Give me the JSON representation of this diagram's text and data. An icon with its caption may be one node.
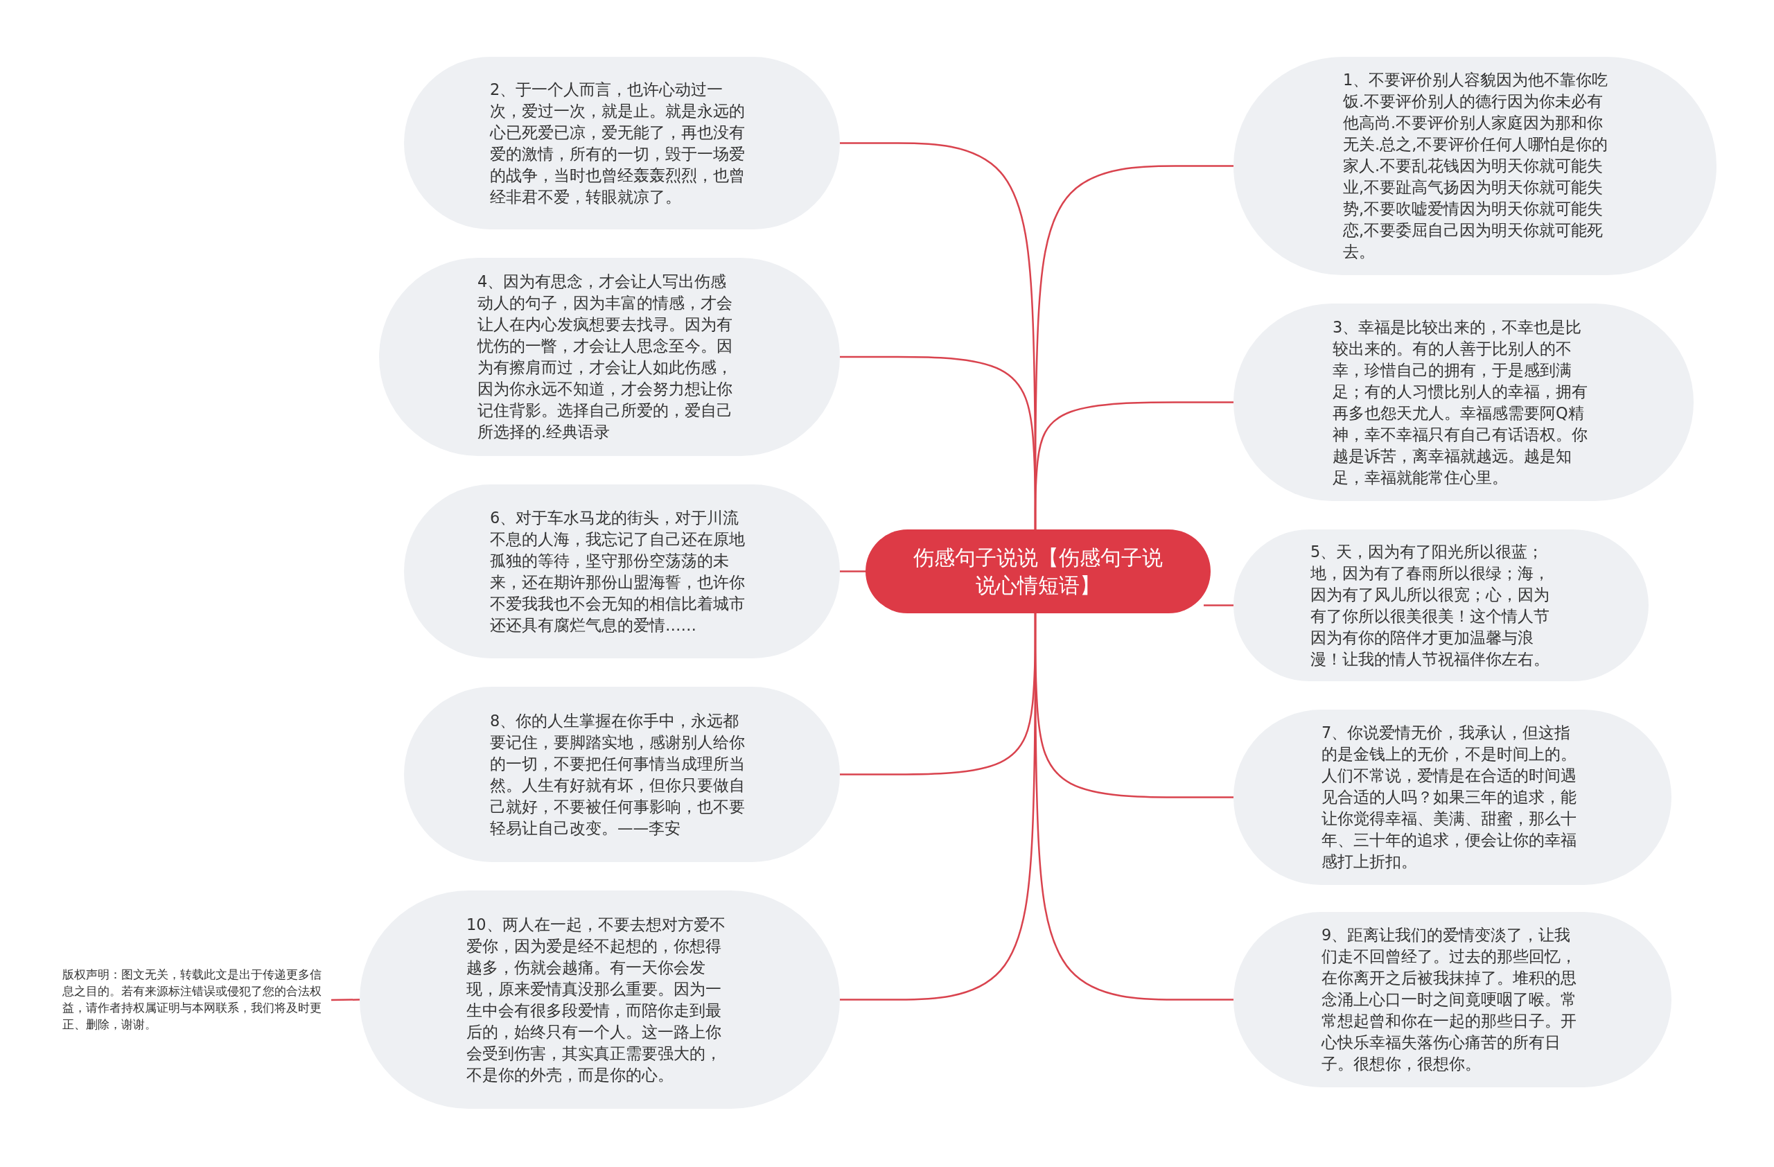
{
  "diagram": {
    "nodes": [
      {
        "text": [
          "伤感句子说说【伤感句子说说心情短语】"
        ]
      },
      {
        "text": [
          "1、不要评价别人容貌因为他不靠你吃饭.不要评价别人的德行因为你未必有他高尚.不要评价别人家庭因为那和你无关.总之,不要评价任何人哪怕是你的家人.不要乱花钱因为明天你就可能失业,不要趾高气扬因为明天你就可能失势,不要吹嘘爱情因为明天你就可能失恋,不要委屈自己因为明天你就可能死去。"
        ]
      },
      {
        "text": [
          "2、于一个人而言，也许心动过一次，爱过一次，就是止。就是永远的心已死爱已凉，爱无能了，再也没有爱的激情，所有的一切，毁于一场爱的战争，当时也曾经轰轰烈烈，也曾经非君不爱，转眼就凉了。"
        ]
      },
      {
        "text": [
          "3、幸福是比较出来的，不幸也是比较出来的。有的人善于比别人的不幸，珍惜自己的拥有，于是感到满足；有的人习惯比别人的幸福，拥有再多也怨天尤人。幸福感需要阿Q精神，幸不幸福只有自己有话语权。你越是诉苦，离幸福就越远。越是知足，幸福就能常住心里。"
        ]
      },
      {
        "text": [
          "4、因为有思念，才会让人写出伤感动人的句子，因为丰富的情感，才会让人在内心发疯想要去找寻。因为有忧伤的一瞥，才会让人思念至今。因为有擦肩而过，才会让人如此伤感，因为你永远不知道，才会努力想让你记住背影。选择自己所爱的，爱自己所选择的.经典语录"
        ]
      },
      {
        "text": [
          "5、天，因为有了阳光所以很蓝；地，因为有了春雨所以很绿；海，因为有了风儿所以很宽；心，因为有了你所以很美很美！这个情人节因为有你的陪伴才更加温馨与浪漫！让我的情人节祝福伴你左右。"
        ]
      },
      {
        "text": [
          "6、对于车水马龙的街头，对于川流不息的人海，我忘记了自己还在原地孤独的等待，坚守那份空荡荡的未来，还在期许那份山盟海誓，也许你不爱我我也不会无知的相信比着城市还还具有腐烂气息的爱情……"
        ]
      },
      {
        "text": [
          "7、你说爱情无价，我承认，但这指的是金钱上的无价，不是时间上的。人们不常说，爱情是在合适的时间遇见合适的人吗？如果三年的追求，能让你觉得幸福、美满、甜蜜，那么十年、三十年的追求，便会让你的幸福感打上折扣。"
        ]
      },
      {
        "text": [
          "8、你的人生掌握在你手中，永远都要记住，要脚踏实地，感谢别人给你的一切，不要把任何事情当成理所当然。人生有好就有坏，但你只要做自己就好，不要被任何事影响，也不要轻易让自己改变。——李安"
        ]
      },
      {
        "text": [
          "9、距离让我们的爱情变淡了，让我们走不回曾经了。过去的那些回忆，在你离开之后被我抹掉了。堆积的思念涌上心口一时之间竟哽咽了喉。常常想起曾和你在一起的那些日子。开心快乐幸福失落伤心痛苦的所有日子。很想你，很想你。"
        ]
      },
      {
        "text": [
          "10、两人在一起，不要去想对方爱不爱你，因为爱是经不起想的，你想得越多，伤就会越痛。有一天你会发现，原来爱情真没那么重要。因为一生中会有很多段爱情，而陪你走到最后的，始终只有一个人。这一路上你会受到伤害，其实真正需要强大的，不是你的外壳，而是你的心。"
        ]
      },
      {
        "text": [
          "版权声明：图文无关，转载此文是出于传递更多信息之目的。若有来源标注错误或侵犯了您的合法权益，请作者持权属证明与本网联系，我们将及时更正、删除，谢谢。"
        ]
      }
    ],
    "edges": [
      {
        "from": 0,
        "to": 1,
        "arrow": "none"
      },
      {
        "from": 0,
        "to": 2,
        "arrow": "none"
      },
      {
        "from": 0,
        "to": 3,
        "arrow": "none"
      },
      {
        "from": 0,
        "to": 4,
        "arrow": "none"
      },
      {
        "from": 0,
        "to": 5,
        "arrow": "none"
      },
      {
        "from": 0,
        "to": 6,
        "arrow": "none"
      },
      {
        "from": 0,
        "to": 7,
        "arrow": "none"
      },
      {
        "from": 0,
        "to": 8,
        "arrow": "none"
      },
      {
        "from": 0,
        "to": 9,
        "arrow": "none"
      },
      {
        "from": 0,
        "to": 10,
        "arrow": "none"
      },
      {
        "from": 11,
        "to": 10,
        "arrow": "none"
      }
    ]
  }
}
